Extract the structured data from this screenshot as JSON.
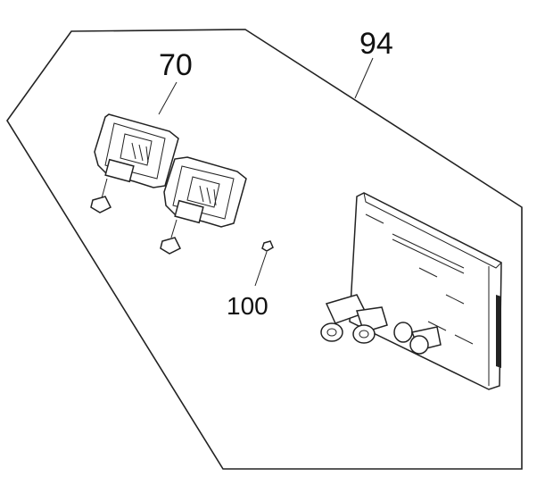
{
  "labels": {
    "part_a": "70",
    "part_b": "94",
    "part_c": "100"
  },
  "colors": {
    "line": "#222222",
    "background": "#ffffff"
  }
}
